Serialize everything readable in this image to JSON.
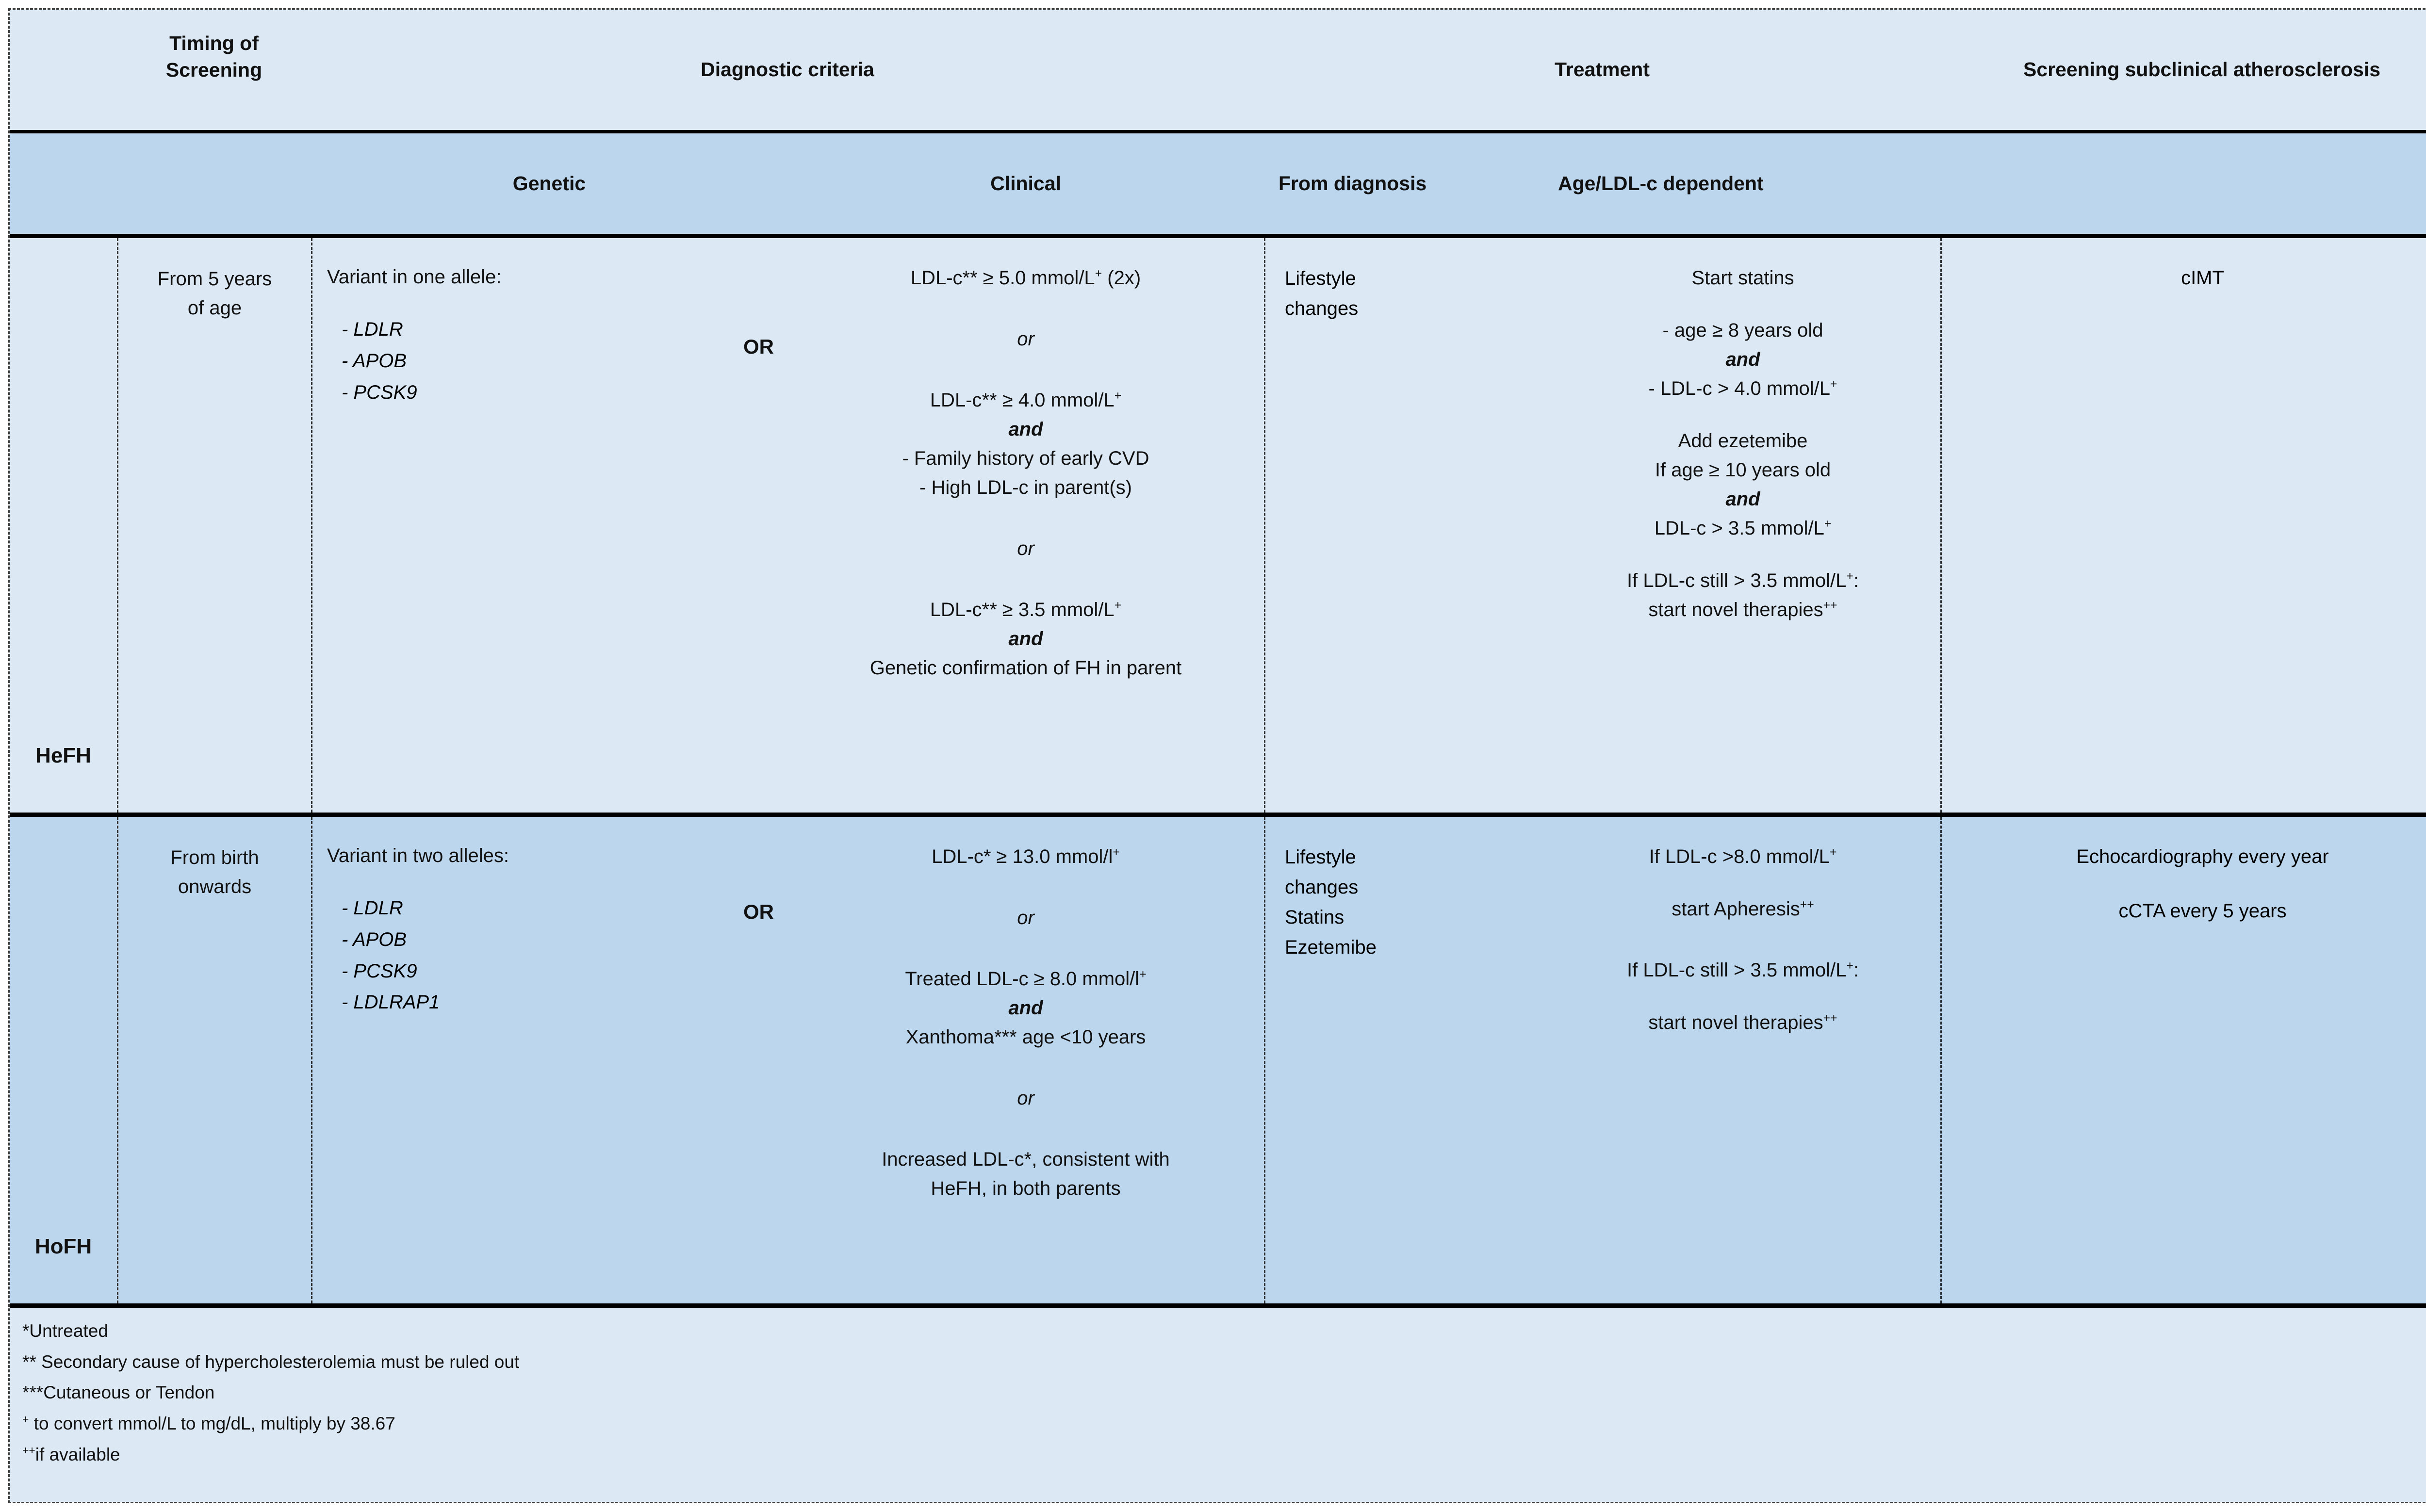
{
  "table": {
    "header_top": [
      {
        "label": "Timing of\nScreening",
        "key": "timing"
      },
      {
        "label": "Diagnostic criteria",
        "key": "diagnostic"
      },
      {
        "label": "Treatment",
        "key": "treatment"
      },
      {
        "label": "Screening subclinical atherosclerosis",
        "key": "screening"
      }
    ],
    "header_sub": [
      {
        "label": "Genetic",
        "key": "genetic"
      },
      {
        "label": "Clinical",
        "key": "clinical"
      },
      {
        "label": "From diagnosis",
        "key": "from_diagnosis"
      },
      {
        "label": "Age/LDL-c dependent",
        "key": "age_ldl"
      }
    ],
    "rows": [
      {
        "id": "hefh",
        "label": "HeFH",
        "timing": "From 5 years\nof age",
        "genetic": {
          "heading": "Variant in one allele:",
          "genes": [
            "- LDLR",
            "- APOB",
            "- PCSK9"
          ]
        },
        "connector": "OR",
        "clinical": {
          "line1_pre": "LDL-c** ≥ 5.0 mmol/L",
          "line1_sup": "+",
          "line1_post": " (2x)",
          "or1": "or",
          "line2_pre": "LDL-c** ≥ 4.0 mmol/L",
          "line2_sup": "+",
          "and1": "and",
          "bullets1": [
            "- Family history of early CVD",
            "- High LDL-c in parent(s)"
          ],
          "or2": "or",
          "line3_pre": "LDL-c** ≥ 3.5 mmol/L",
          "line3_sup": "+",
          "and2": "and",
          "tail": "Genetic confirmation of FH in parent"
        },
        "from_diagnosis": "Lifestyle\nchanges",
        "age_ldl": {
          "b1_title": "Start statins",
          "b1_l1": "- age ≥ 8 years old",
          "b1_and": "and",
          "b1_l2_pre": "- LDL-c > 4.0 mmol/L",
          "b1_l2_sup": "+",
          "b2_title": "Add ezetemibe",
          "b2_l1": "If age ≥ 10 years old",
          "b2_and": "and",
          "b2_l2_pre": "LDL-c > 3.5 mmol/L",
          "b2_l2_sup": "+",
          "b3_l1_pre": "If LDL-c still > 3.5 mmol/L",
          "b3_l1_sup": "+",
          "b3_l1_post": ":",
          "b3_l2_pre": "start novel therapies",
          "b3_l2_sup": "++"
        },
        "screening": [
          "cIMT"
        ]
      },
      {
        "id": "hofh",
        "label": "HoFH",
        "timing": "From birth\nonwards",
        "genetic": {
          "heading": "Variant in two alleles:",
          "genes": [
            "- LDLR",
            "- APOB",
            "- PCSK9",
            "- LDLRAP1"
          ]
        },
        "connector": "OR",
        "clinical": {
          "line1_pre": "LDL-c* ≥ 13.0 mmol/l",
          "line1_sup": "+",
          "line1_post": "",
          "or1": "or",
          "line2_pre": "Treated LDL-c ≥ 8.0 mmol/l",
          "line2_sup": "+",
          "and1": "and",
          "bullets1": [
            "Xanthoma*** age <10 years"
          ],
          "or2": "or",
          "line3_pre": "",
          "line3_sup": "",
          "and2": "",
          "tail": "Increased LDL-c*, consistent with\nHeFH, in both parents"
        },
        "from_diagnosis": "Lifestyle\nchanges\nStatins\nEzetemibe",
        "age_ldl": {
          "b1_title": "",
          "b1_l1": "",
          "b1_and": "",
          "b1_l2_pre": "If LDL-c >8.0 mmol/L",
          "b1_l2_sup": "+",
          "b2_title": "",
          "b2_l1": "",
          "b2_and": "",
          "b2_l2_pre": "start Apheresis",
          "b2_l2_sup": "++",
          "b3_l1_pre": "If LDL-c still > 3.5 mmol/L",
          "b3_l1_sup": "+",
          "b3_l1_post": ":",
          "b3_l2_pre": "start novel therapies",
          "b3_l2_sup": "++"
        },
        "screening": [
          "Echocardiography every year",
          "cCTA every 5 years"
        ]
      }
    ],
    "footnotes": [
      {
        "marker": "*",
        "sup": false,
        "text": "Untreated"
      },
      {
        "marker": "** ",
        "sup": false,
        "text": "Secondary cause of hypercholesterolemia must be ruled out"
      },
      {
        "marker": "***",
        "sup": false,
        "text": "Cutaneous or Tendon"
      },
      {
        "marker": "+",
        "sup": true,
        "text": " to convert mmol/L to mg/dL, multiply by 38.67"
      },
      {
        "marker": "++",
        "sup": true,
        "text": "if available"
      }
    ]
  },
  "colors": {
    "band_light": "#dce9f5",
    "band_dark": "#bcd6ee",
    "rule": "#000000",
    "text": "#111111"
  }
}
